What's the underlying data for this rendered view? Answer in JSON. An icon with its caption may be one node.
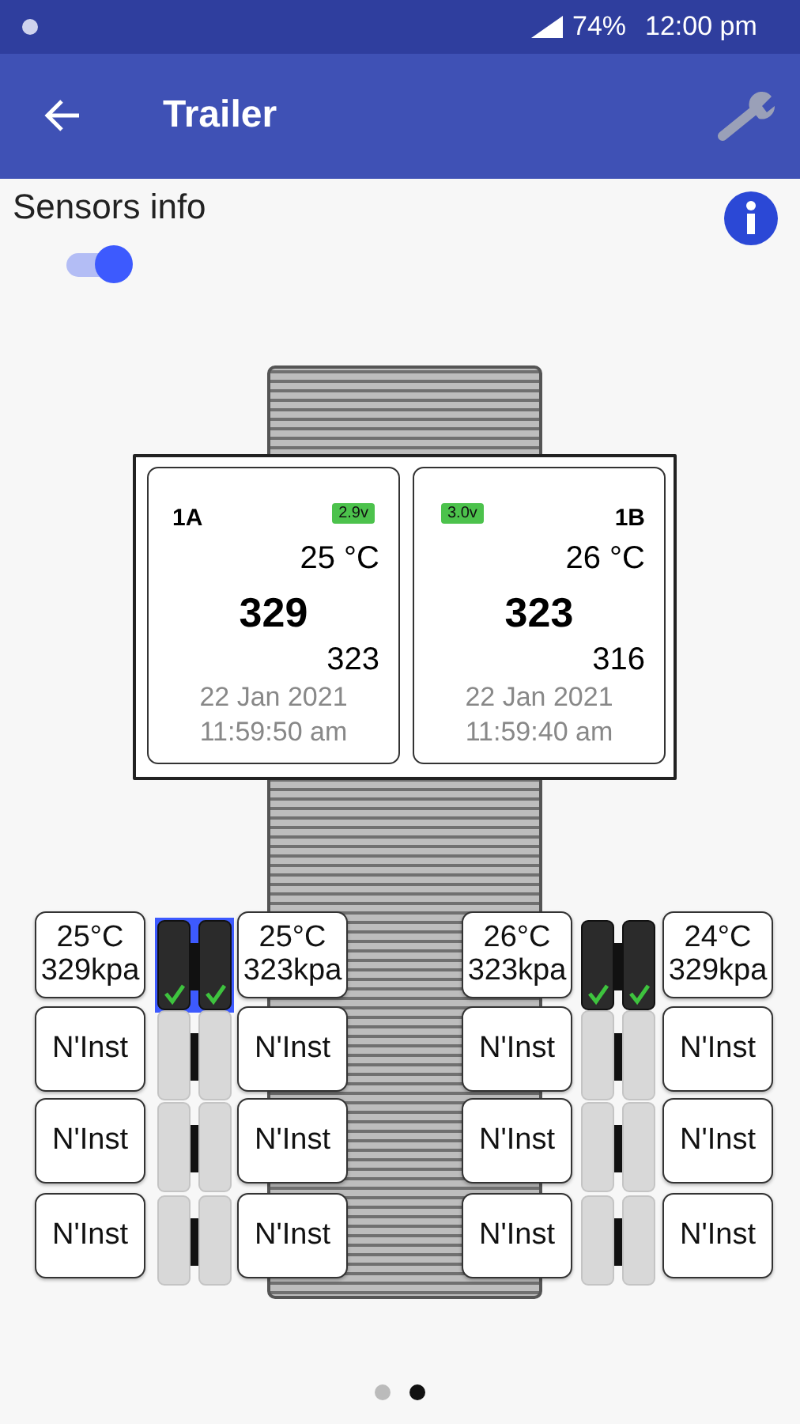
{
  "diagram": {
    "title": "Trailer",
    "nodes": [
      {
        "text": [],
        "shape": "box"
      },
      {
        "text": [
          "1A",
          "2.9v",
          "25 °C",
          "329",
          "323",
          "22 Jan 2021",
          "11:59:50 am"
        ],
        "in": 0
      },
      {
        "text": [
          "1B",
          "3.0v",
          "26 °C",
          "323",
          "316",
          "22 Jan 2021",
          "11:59:40 am"
        ],
        "in": 0
      },
      {
        "text": [
          "25°C",
          "329kpa"
        ]
      },
      {
        "text": [
          "25°C",
          "323kpa"
        ]
      },
      {
        "text": [
          "26°C",
          "323kpa"
        ]
      },
      {
        "text": [
          "24°C",
          "329kpa"
        ]
      },
      {
        "text": [
          "N'Inst"
        ]
      },
      {
        "text": [
          "N'Inst"
        ]
      },
      {
        "text": [
          "N'Inst"
        ]
      },
      {
        "text": [
          "N'Inst"
        ]
      },
      {
        "text": [
          "N'Inst"
        ]
      },
      {
        "text": [
          "N'Inst"
        ]
      },
      {
        "text": [
          "N'Inst"
        ]
      },
      {
        "text": [
          "N'Inst"
        ]
      },
      {
        "text": [
          "N'Inst"
        ]
      },
      {
        "text": [
          "N'Inst"
        ]
      },
      {
        "text": [
          "N'Inst"
        ]
      },
      {
        "text": [
          "N'Inst"
        ]
      }
    ],
    "labels": [
      "74%",
      "12:00 pm",
      "Sensors info"
    ]
  }
}
